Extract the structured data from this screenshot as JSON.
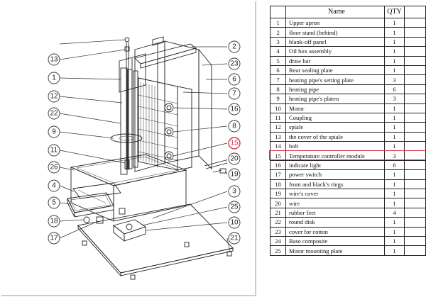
{
  "table": {
    "header": {
      "name": "Name",
      "qty": "QTY"
    },
    "rows": [
      {
        "no": "1",
        "name": "Upper apron",
        "qty": "1"
      },
      {
        "no": "2",
        "name": "floor stand (behind)",
        "qty": "1"
      },
      {
        "no": "3",
        "name": "blank-off panel",
        "qty": "1"
      },
      {
        "no": "4",
        "name": "Oil box assembly",
        "qty": "1"
      },
      {
        "no": "5",
        "name": "draw bar",
        "qty": "1"
      },
      {
        "no": "6",
        "name": "Rear sealing plate",
        "qty": "1"
      },
      {
        "no": "7",
        "name": "heating pipe's  setting plate",
        "qty": "3"
      },
      {
        "no": "8",
        "name": "heating pipe",
        "qty": "6"
      },
      {
        "no": "9",
        "name": "heating pipe's platen",
        "qty": "3"
      },
      {
        "no": "10",
        "name": "Motor",
        "qty": "1"
      },
      {
        "no": "11",
        "name": "Coupling",
        "qty": "1"
      },
      {
        "no": "12",
        "name": "spiale",
        "qty": "1"
      },
      {
        "no": "13",
        "name": "the cover of the spiale",
        "qty": "1"
      },
      {
        "no": "14",
        "name": "bolt",
        "qty": "1"
      },
      {
        "no": "15",
        "name": "Temperature controller module",
        "qty": "3"
      },
      {
        "no": "16",
        "name": "indicate light",
        "qty": "6"
      },
      {
        "no": "17",
        "name": "power switch",
        "qty": "1"
      },
      {
        "no": "18",
        "name": "front and black's rings",
        "qty": "1"
      },
      {
        "no": "19",
        "name": "wire's cover",
        "qty": "1"
      },
      {
        "no": "20",
        "name": "wire",
        "qty": "1"
      },
      {
        "no": "21",
        "name": "rubber feet",
        "qty": "4"
      },
      {
        "no": "22",
        "name": "round disk",
        "qty": "1"
      },
      {
        "no": "23",
        "name": "cover for cotton",
        "qty": "1"
      },
      {
        "no": "24",
        "name": "Base composite",
        "qty": "1"
      },
      {
        "no": "25",
        "name": "Motor mounting plate",
        "qty": "1"
      }
    ]
  },
  "highlight": {
    "row": "15",
    "color": "#d9364a"
  },
  "callouts": {
    "c1": "1",
    "c2": "2",
    "c3": "3",
    "c4": "4",
    "c5": "5",
    "c6": "6",
    "c7": "7",
    "c8": "8",
    "c9": "9",
    "c10": "10",
    "c11": "11",
    "c12": "12",
    "c13": "13",
    "c15": "15",
    "c16": "16",
    "c17": "17",
    "c18": "18",
    "c19": "19",
    "c20": "20",
    "c21": "21",
    "c22": "22",
    "c23": "23",
    "c25": "25",
    "c26": "26"
  }
}
